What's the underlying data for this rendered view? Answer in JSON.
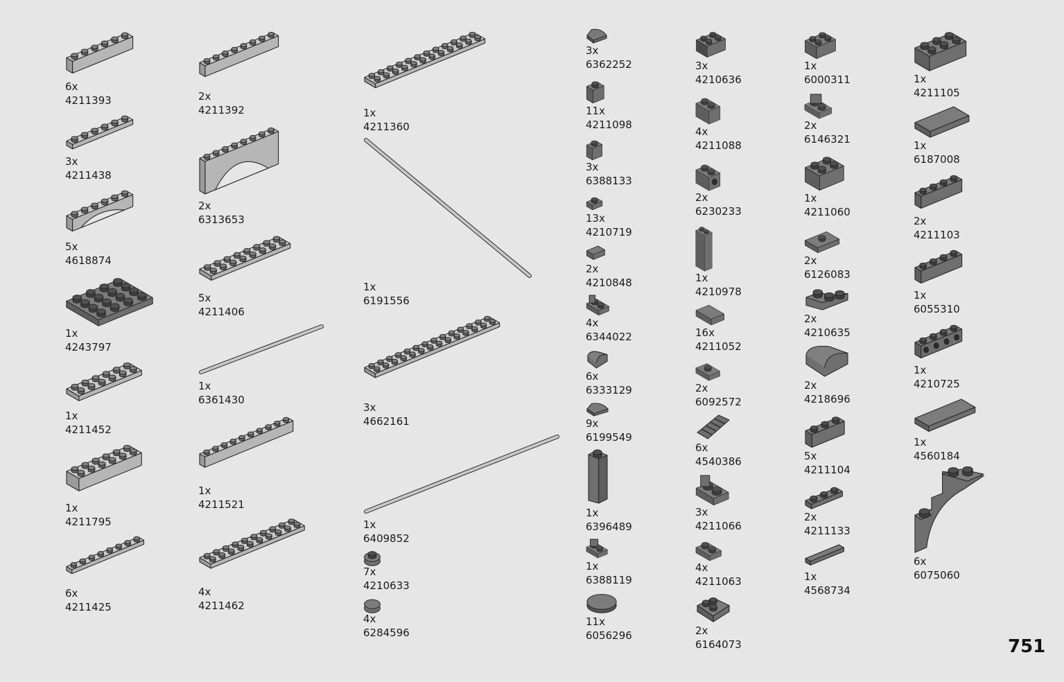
{
  "page_number": "751",
  "colors": {
    "light_gray": "#b6b6b6",
    "dark_gray": "#6f6f6f",
    "outline": "#2a2a2a",
    "background": "#e6e6e6"
  },
  "parts": [
    {
      "qty": "6x",
      "id": "4211393",
      "shape": "brick",
      "color": "light",
      "cols": 6,
      "rows": 1,
      "tall": 1,
      "name": "brick-1x6-icon"
    },
    {
      "qty": "3x",
      "id": "4211438",
      "shape": "plate",
      "color": "light",
      "cols": 6,
      "rows": 1,
      "tall": 0,
      "name": "plate-1x6-icon"
    },
    {
      "qty": "5x",
      "id": "4618874",
      "shape": "arch",
      "color": "light",
      "cols": 6,
      "rows": 1,
      "tall": 1,
      "name": "arch-brick-1x6-icon"
    },
    {
      "qty": "1x",
      "id": "4243797",
      "shape": "plate",
      "color": "dark",
      "cols": 4,
      "rows": 4,
      "tall": 0,
      "name": "plate-4x4-icon"
    },
    {
      "qty": "1x",
      "id": "4211452",
      "shape": "plate",
      "color": "light",
      "cols": 6,
      "rows": 2,
      "tall": 0,
      "name": "plate-2x6-icon"
    },
    {
      "qty": "1x",
      "id": "4211795",
      "shape": "brick",
      "color": "light",
      "cols": 6,
      "rows": 2,
      "tall": 1,
      "name": "brick-2x6-icon"
    },
    {
      "qty": "6x",
      "id": "4211425",
      "shape": "plate",
      "color": "light",
      "cols": 8,
      "rows": 1,
      "tall": 0,
      "name": "plate-1x8-icon"
    },
    {
      "qty": "2x",
      "id": "4211392",
      "shape": "brick",
      "color": "light",
      "cols": 8,
      "rows": 1,
      "tall": 1,
      "name": "brick-1x8-icon"
    },
    {
      "qty": "2x",
      "id": "6313653",
      "shape": "arch",
      "color": "light",
      "cols": 8,
      "rows": 1,
      "tall": 3,
      "name": "arch-brick-1x8-icon"
    },
    {
      "qty": "5x",
      "id": "4211406",
      "shape": "plate",
      "color": "light",
      "cols": 8,
      "rows": 2,
      "tall": 0,
      "name": "plate-2x8-icon"
    },
    {
      "qty": "1x",
      "id": "6361430",
      "shape": "rod",
      "color": "light",
      "name": "bar-rod-short-icon"
    },
    {
      "qty": "1x",
      "id": "4211521",
      "shape": "brick",
      "color": "light",
      "cols": 10,
      "rows": 1,
      "tall": 1,
      "name": "brick-1x10-icon"
    },
    {
      "qty": "4x",
      "id": "4211462",
      "shape": "plate",
      "color": "light",
      "cols": 10,
      "rows": 2,
      "tall": 0,
      "name": "plate-2x10-icon"
    },
    {
      "qty": "1x",
      "id": "4211360",
      "shape": "plate",
      "color": "light",
      "cols": 12,
      "rows": 2,
      "tall": 0,
      "name": "plate-2x12-icon"
    },
    {
      "qty": "1x",
      "id": "6191556",
      "shape": "rod-long",
      "color": "light",
      "name": "bar-rod-long-icon"
    },
    {
      "qty": "3x",
      "id": "4662161",
      "shape": "plate",
      "color": "light",
      "cols": 14,
      "rows": 2,
      "tall": 0,
      "name": "plate-2x14-icon"
    },
    {
      "qty": "1x",
      "id": "6409852",
      "shape": "rod",
      "color": "light",
      "name": "bar-rod-medium-icon"
    },
    {
      "qty": "7x",
      "id": "4210633",
      "shape": "round",
      "color": "dark",
      "name": "round-plate-1x1-icon"
    },
    {
      "qty": "4x",
      "id": "6284596",
      "shape": "tile-round",
      "color": "dark",
      "name": "round-tile-1x1-icon"
    },
    {
      "qty": "3x",
      "id": "6362252",
      "shape": "quarter",
      "color": "dark",
      "name": "quarter-tile-icon"
    },
    {
      "qty": "11x",
      "id": "4211098",
      "shape": "brick",
      "color": "dark",
      "cols": 1,
      "rows": 1,
      "tall": 1,
      "name": "brick-1x1-icon"
    },
    {
      "qty": "3x",
      "id": "6388133",
      "shape": "jumper",
      "color": "dark",
      "cols": 1,
      "rows": 1,
      "tall": 1,
      "name": "brick-1x1-center-stud-icon"
    },
    {
      "qty": "13x",
      "id": "4210719",
      "shape": "plate",
      "color": "dark",
      "cols": 1,
      "rows": 1,
      "tall": 0,
      "name": "plate-1x1-icon"
    },
    {
      "qty": "2x",
      "id": "4210848",
      "shape": "tile",
      "color": "dark",
      "cols": 1,
      "rows": 1,
      "name": "tile-1x1-icon"
    },
    {
      "qty": "4x",
      "id": "6344022",
      "shape": "clip",
      "color": "dark",
      "name": "plate-clip-icon"
    },
    {
      "qty": "6x",
      "id": "6333129",
      "shape": "curve",
      "color": "dark",
      "name": "curved-slope-1x1-icon"
    },
    {
      "qty": "9x",
      "id": "6199549",
      "shape": "quarter",
      "color": "dark",
      "name": "quarter-plate-icon"
    },
    {
      "qty": "1x",
      "id": "6396489",
      "shape": "column",
      "color": "dark",
      "name": "brick-1x1x5-icon"
    },
    {
      "qty": "1x",
      "id": "6388119",
      "shape": "clip",
      "color": "dark",
      "name": "plate-handle-icon"
    },
    {
      "qty": "11x",
      "id": "6056296",
      "shape": "disc",
      "color": "dark",
      "name": "round-tile-2x2-icon"
    },
    {
      "qty": "3x",
      "id": "4210636",
      "shape": "grille",
      "color": "dark",
      "name": "grille-brick-2x2-icon"
    },
    {
      "qty": "4x",
      "id": "4211088",
      "shape": "brick",
      "color": "dark",
      "cols": 1,
      "rows": 2,
      "tall": 1,
      "name": "brick-1x2-icon"
    },
    {
      "qty": "2x",
      "id": "6230233",
      "shape": "technic",
      "color": "dark",
      "cols": 1,
      "rows": 2,
      "tall": 1,
      "name": "brick-1x2-holes-icon"
    },
    {
      "qty": "1x",
      "id": "4210978",
      "shape": "brick",
      "color": "dark",
      "cols": 1,
      "rows": 2,
      "tall": 4,
      "name": "brick-1x2x3-icon"
    },
    {
      "qty": "16x",
      "id": "4211052",
      "shape": "tile",
      "color": "dark",
      "cols": 1,
      "rows": 2,
      "name": "tile-1x2-icon"
    },
    {
      "qty": "2x",
      "id": "6092572",
      "shape": "jumper",
      "color": "dark",
      "cols": 1,
      "rows": 2,
      "tall": 0,
      "name": "jumper-plate-1x2-icon"
    },
    {
      "qty": "6x",
      "id": "4540386",
      "shape": "slope-grille",
      "color": "dark",
      "name": "grille-slope-icon"
    },
    {
      "qty": "3x",
      "id": "4211066",
      "shape": "clip",
      "color": "dark",
      "name": "bracket-plate-icon"
    },
    {
      "qty": "4x",
      "id": "4211063",
      "shape": "plate",
      "color": "dark",
      "cols": 1,
      "rows": 2,
      "tall": 0,
      "name": "plate-1x2-icon"
    },
    {
      "qty": "2x",
      "id": "6164073",
      "shape": "wedge",
      "color": "dark",
      "name": "wedge-plate-2x2-icon"
    },
    {
      "qty": "1x",
      "id": "6000311",
      "shape": "brick",
      "color": "dark",
      "cols": 2,
      "rows": 2,
      "tall": 1,
      "name": "masonry-brick-2x2-icon"
    },
    {
      "qty": "2x",
      "id": "6146321",
      "shape": "clip",
      "color": "dark",
      "name": "plate-bar-handle-icon"
    },
    {
      "qty": "1x",
      "id": "4211060",
      "shape": "brick",
      "color": "dark",
      "cols": 2,
      "rows": 2,
      "tall": 1,
      "name": "brick-2x2-icon"
    },
    {
      "qty": "2x",
      "id": "6126083",
      "shape": "jumper",
      "color": "dark",
      "cols": 2,
      "rows": 2,
      "tall": 0,
      "name": "jumper-plate-2x2-icon"
    },
    {
      "qty": "2x",
      "id": "4210635",
      "shape": "corner",
      "color": "dark",
      "name": "corner-plate-2x2-icon"
    },
    {
      "qty": "2x",
      "id": "4218696",
      "shape": "curve",
      "color": "dark",
      "name": "curved-slope-2x2-icon"
    },
    {
      "qty": "5x",
      "id": "4211104",
      "shape": "brick",
      "color": "dark",
      "cols": 3,
      "rows": 1,
      "tall": 1,
      "name": "brick-1x3-icon"
    },
    {
      "qty": "2x",
      "id": "4211133",
      "shape": "plate",
      "color": "dark",
      "cols": 3,
      "rows": 1,
      "tall": 0,
      "name": "plate-1x3-icon"
    },
    {
      "qty": "1x",
      "id": "4568734",
      "shape": "tile",
      "color": "dark",
      "cols": 4,
      "rows": 1,
      "name": "tile-1x4-icon"
    },
    {
      "qty": "1x",
      "id": "4211105",
      "shape": "brick",
      "color": "dark",
      "cols": 3,
      "rows": 2,
      "tall": 1,
      "name": "brick-2x3-icon"
    },
    {
      "qty": "1x",
      "id": "6187008",
      "shape": "tile",
      "color": "dark",
      "cols": 3,
      "rows": 2,
      "name": "tile-2x3-icon"
    },
    {
      "qty": "2x",
      "id": "4211103",
      "shape": "brick",
      "color": "dark",
      "cols": 4,
      "rows": 1,
      "tall": 1,
      "name": "brick-1x4-icon"
    },
    {
      "qty": "1x",
      "id": "6055310",
      "shape": "brick",
      "color": "dark",
      "cols": 4,
      "rows": 1,
      "tall": 1,
      "name": "masonry-brick-1x4-icon"
    },
    {
      "qty": "1x",
      "id": "4210725",
      "shape": "technic",
      "color": "dark",
      "cols": 4,
      "rows": 1,
      "tall": 1,
      "name": "brick-1x4-holes-icon"
    },
    {
      "qty": "1x",
      "id": "4560184",
      "shape": "tile",
      "color": "dark",
      "cols": 4,
      "rows": 2,
      "name": "tile-2x4-icon"
    },
    {
      "qty": "6x",
      "id": "6075060",
      "shape": "macaroni",
      "color": "dark",
      "name": "arch-macaroni-icon"
    }
  ]
}
